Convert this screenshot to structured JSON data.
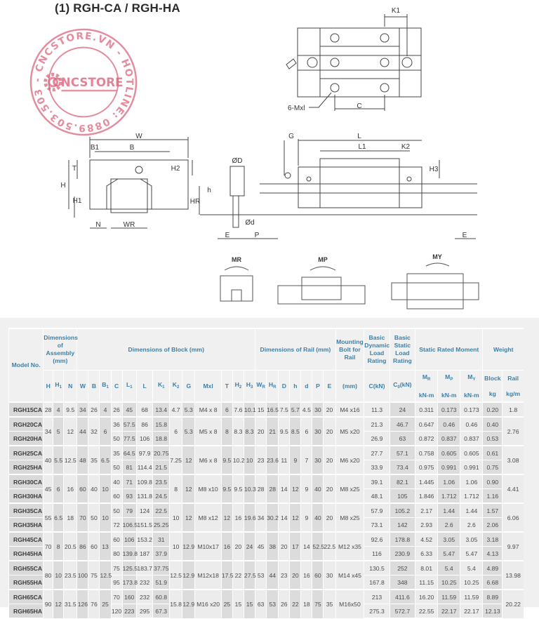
{
  "title": "(1) RGH-CA / RGH-HA",
  "watermark": {
    "brand": "CNCSTORE",
    "ring_text": "- CNCSTORE.VN - HOTLINE: 0889.503.503",
    "color": "#d9667d"
  },
  "diagrams": {
    "top_view": {
      "labels": [
        "K1",
        "C",
        "6-Mxl"
      ]
    },
    "front_view": {
      "labels": [
        "W",
        "B1",
        "B",
        "T",
        "H2",
        "H",
        "H1",
        "N",
        "WR"
      ]
    },
    "side_view": {
      "labels": [
        "G",
        "L",
        "L1",
        "K2",
        "H3",
        "ØD",
        "h",
        "HR",
        "Ød",
        "E",
        "P",
        "E"
      ]
    },
    "moments": [
      {
        "label": "MR"
      },
      {
        "label": "MP"
      },
      {
        "label": "MY"
      }
    ]
  },
  "table": {
    "header_groups": {
      "model": "Model No.",
      "assembly": "Dimensions of Assembly (mm)",
      "block": "Dimensions of Block (mm)",
      "rail": "Dimensions of Rail (mm)",
      "bolt": "Mounting Bolt for Rail",
      "dynamic": "Basic Dynamic Load Rating",
      "static": "Basic Static Load Rating",
      "moment": "Static Rated Moment",
      "weight": "Weight"
    },
    "columns": [
      "H",
      "H1",
      "N",
      "W",
      "B",
      "B1",
      "C",
      "L1",
      "L",
      "K1",
      "K2",
      "G",
      "Mxl",
      "T",
      "H2",
      "H3",
      "WR",
      "HR",
      "D",
      "h",
      "d",
      "P",
      "E",
      "(mm)",
      "C(kN)",
      "C0(kN)",
      "MR",
      "MP",
      "MY",
      "Block",
      "Rail"
    ],
    "units": {
      "MR": "kN-m",
      "MP": "kN-m",
      "MY": "kN-m",
      "Block": "kg",
      "Rail": "kg/m"
    },
    "groups": [
      {
        "shared": {
          "H": "28",
          "H1": "4",
          "N": "9.5",
          "W": "34",
          "B": "26",
          "B1": "4",
          "K2": "4.7",
          "G": "5.3",
          "Mxl": "M4 x 8",
          "T": "6",
          "H2": "7.6",
          "H3": "10.1",
          "WR": "15",
          "HR": "16.5",
          "D": "7.5",
          "h": "5.7",
          "d": "4.5",
          "P": "30",
          "E": "20",
          "bolt": "M4 x16",
          "rail_weight": "1.8"
        },
        "rows": [
          {
            "model": "RGH15CA",
            "C": "26",
            "L1": "45",
            "L": "68",
            "K1": "13.4",
            "Cdyn": "11.3",
            "C0": "24",
            "MR": "0.311",
            "MP": "0.173",
            "MY": "0.173",
            "block": "0.20"
          }
        ]
      },
      {
        "shared": {
          "H": "34",
          "H1": "5",
          "N": "12",
          "W": "44",
          "B": "32",
          "B1": "6",
          "K2": "6",
          "G": "5.3",
          "Mxl": "M5 x 8",
          "T": "8",
          "H2": "8.3",
          "H3": "8.3",
          "WR": "20",
          "HR": "21",
          "D": "9.5",
          "h": "8.5",
          "d": "6",
          "P": "30",
          "E": "20",
          "bolt": "M5 x20",
          "rail_weight": "2.76"
        },
        "rows": [
          {
            "model": "RGH20CA",
            "C": "36",
            "L1": "57.5",
            "L": "86",
            "K1": "15.8",
            "Cdyn": "21.3",
            "C0": "46.7",
            "MR": "0.647",
            "MP": "0.46",
            "MY": "0.46",
            "block": "0.40"
          },
          {
            "model": "RGH20HA",
            "C": "50",
            "L1": "77.5",
            "L": "106",
            "K1": "18.8",
            "Cdyn": "26.9",
            "C0": "63",
            "MR": "0.872",
            "MP": "0.837",
            "MY": "0.837",
            "block": "0.53"
          }
        ]
      },
      {
        "shared": {
          "H": "40",
          "H1": "5.5",
          "N": "12.5",
          "W": "48",
          "B": "35",
          "B1": "6.5",
          "K2": "7.25",
          "G": "12",
          "Mxl": "M6 x 8",
          "T": "9.5",
          "H2": "10.2",
          "H3": "10",
          "WR": "23",
          "HR": "23.6",
          "D": "11",
          "h": "9",
          "d": "7",
          "P": "30",
          "E": "20",
          "bolt": "M6 x20",
          "rail_weight": "3.08"
        },
        "rows": [
          {
            "model": "RGH25CA",
            "C": "35",
            "L1": "64.5",
            "L": "97.9",
            "K1": "20.75",
            "Cdyn": "27.7",
            "C0": "57.1",
            "MR": "0.758",
            "MP": "0.605",
            "MY": "0.605",
            "block": "0.61"
          },
          {
            "model": "RGH25HA",
            "C": "50",
            "L1": "81",
            "L": "114.4",
            "K1": "21.5",
            "Cdyn": "33.9",
            "C0": "73.4",
            "MR": "0.975",
            "MP": "0.991",
            "MY": "0.991",
            "block": "0.75"
          }
        ]
      },
      {
        "shared": {
          "H": "45",
          "H1": "6",
          "N": "16",
          "W": "60",
          "B": "40",
          "B1": "10",
          "K2": "8",
          "G": "12",
          "Mxl": "M8 x10",
          "T": "9.5",
          "H2": "9.5",
          "H3": "10.3",
          "WR": "28",
          "HR": "28",
          "D": "14",
          "h": "12",
          "d": "9",
          "P": "40",
          "E": "20",
          "bolt": "M8 x25",
          "rail_weight": "4.41"
        },
        "rows": [
          {
            "model": "RGH30CA",
            "C": "40",
            "L1": "71",
            "L": "109.8",
            "K1": "23.5",
            "Cdyn": "39.1",
            "C0": "82.1",
            "MR": "1.445",
            "MP": "1.06",
            "MY": "1.06",
            "block": "0.90"
          },
          {
            "model": "RGH30HA",
            "C": "60",
            "L1": "93",
            "L": "131.8",
            "K1": "24.5",
            "Cdyn": "48.1",
            "C0": "105",
            "MR": "1.846",
            "MP": "1.712",
            "MY": "1.712",
            "block": "1.16"
          }
        ]
      },
      {
        "shared": {
          "H": "55",
          "H1": "6.5",
          "N": "18",
          "W": "70",
          "B": "50",
          "B1": "10",
          "K2": "10",
          "G": "12",
          "Mxl": "M8 x12",
          "T": "12",
          "H2": "16",
          "H3": "19.6",
          "WR": "34",
          "HR": "30.2",
          "D": "14",
          "h": "12",
          "d": "9",
          "P": "40",
          "E": "20",
          "bolt": "M8 x25",
          "rail_weight": "6.06"
        },
        "rows": [
          {
            "model": "RGH35CA",
            "C": "50",
            "L1": "79",
            "L": "124",
            "K1": "22.5",
            "Cdyn": "57.9",
            "C0": "105.2",
            "MR": "2.17",
            "MP": "1.44",
            "MY": "1.44",
            "block": "1.57"
          },
          {
            "model": "RGH35HA",
            "C": "72",
            "L1": "106.5",
            "L": "151.5",
            "K1": "25.25",
            "Cdyn": "73.1",
            "C0": "142",
            "MR": "2.93",
            "MP": "2.6",
            "MY": "2.6",
            "block": "2.06"
          }
        ]
      },
      {
        "shared": {
          "H": "70",
          "H1": "8",
          "N": "20.5",
          "W": "86",
          "B": "60",
          "B1": "13",
          "K2": "10",
          "G": "12.9",
          "Mxl": "M10x17",
          "T": "16",
          "H2": "20",
          "H3": "24",
          "WR": "45",
          "HR": "38",
          "D": "20",
          "h": "17",
          "d": "14",
          "P": "52.5",
          "E": "22.5",
          "bolt": "M12 x35",
          "rail_weight": "9.97"
        },
        "rows": [
          {
            "model": "RGH45CA",
            "C": "60",
            "L1": "106",
            "L": "153.2",
            "K1": "31",
            "Cdyn": "92.6",
            "C0": "178.8",
            "MR": "4.52",
            "MP": "3.05",
            "MY": "3.05",
            "block": "3.18"
          },
          {
            "model": "RGH45HA",
            "C": "80",
            "L1": "139.8",
            "L": "187",
            "K1": "37.9",
            "Cdyn": "116",
            "C0": "230.9",
            "MR": "6.33",
            "MP": "5.47",
            "MY": "5.47",
            "block": "4.13"
          }
        ]
      },
      {
        "shared": {
          "H": "80",
          "H1": "10",
          "N": "23.5",
          "W": "100",
          "B": "75",
          "B1": "12.5",
          "K2": "12.5",
          "G": "12.9",
          "Mxl": "M12x18",
          "T": "17.5",
          "H2": "22",
          "H3": "27.5",
          "WR": "53",
          "HR": "44",
          "D": "23",
          "h": "20",
          "d": "16",
          "P": "60",
          "E": "30",
          "bolt": "M14 x45",
          "rail_weight": "13.98"
        },
        "rows": [
          {
            "model": "RGH55CA",
            "C": "75",
            "L1": "125.5",
            "L": "183.7",
            "K1": "37.75",
            "Cdyn": "130.5",
            "C0": "252",
            "MR": "8.01",
            "MP": "5.4",
            "MY": "5.4",
            "block": "4.89"
          },
          {
            "model": "RGH55HA",
            "C": "95",
            "L1": "173.8",
            "L": "232",
            "K1": "51.9",
            "Cdyn": "167.8",
            "C0": "348",
            "MR": "11.15",
            "MP": "10.25",
            "MY": "10.25",
            "block": "6.68"
          }
        ]
      },
      {
        "shared": {
          "H": "90",
          "H1": "12",
          "N": "31.5",
          "W": "126",
          "B": "76",
          "B1": "25",
          "K2": "15.8",
          "G": "12.9",
          "Mxl": "M16 x20",
          "T": "25",
          "H2": "15",
          "H3": "15",
          "WR": "63",
          "HR": "53",
          "D": "26",
          "h": "22",
          "d": "18",
          "P": "75",
          "E": "35",
          "bolt": "M16x50",
          "rail_weight": "20.22"
        },
        "rows": [
          {
            "model": "RGH65CA",
            "C": "70",
            "L1": "160",
            "L": "232",
            "K1": "60.8",
            "Cdyn": "213",
            "C0": "411.6",
            "MR": "16.20",
            "MP": "11.59",
            "MY": "11.59",
            "block": "8.89"
          },
          {
            "model": "RGH65HA",
            "C": "120",
            "L1": "223",
            "L": "295",
            "K1": "67.3",
            "Cdyn": "275.3",
            "C0": "572.7",
            "MR": "22.55",
            "MP": "22.17",
            "MY": "22.17",
            "block": "12.13"
          }
        ]
      }
    ]
  }
}
